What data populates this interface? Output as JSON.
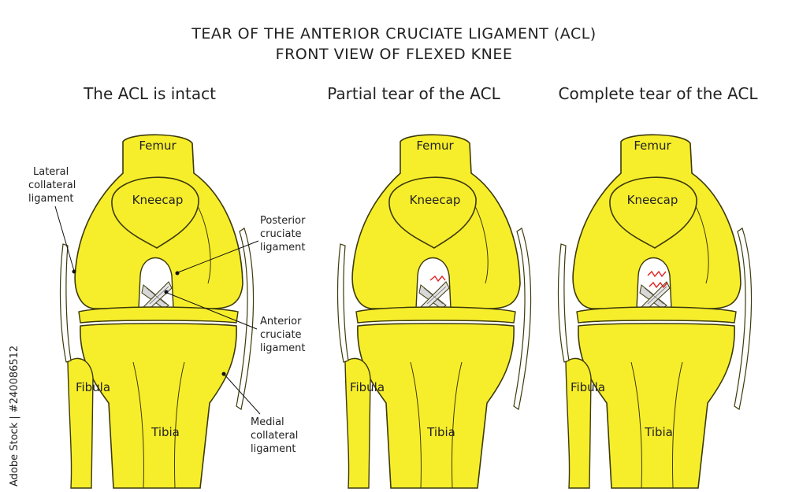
{
  "title_line1": "TEAR OF THE ANTERIOR CRUCIATE LIGAMENT (ACL)",
  "title_line2": "FRONT VIEW OF FLEXED KNEE",
  "panels": [
    {
      "subtitle": "The ACL is intact",
      "femur": "Femur",
      "kneecap": "Kneecap",
      "fibula": "Fibula",
      "tibia": "Tibia"
    },
    {
      "subtitle": "Partial tear of the ACL",
      "femur": "Femur",
      "kneecap": "Kneecap",
      "fibula": "Fibula",
      "tibia": "Tibia"
    },
    {
      "subtitle": "Complete tear of the ACL",
      "femur": "Femur",
      "kneecap": "Kneecap",
      "fibula": "Fibula",
      "tibia": "Tibia"
    }
  ],
  "callouts": {
    "lateral_collateral": [
      "Lateral",
      "collateral",
      "ligament"
    ],
    "posterior_cruciate": [
      "Posterior",
      "cruciate",
      "ligament"
    ],
    "anterior_cruciate": [
      "Anterior",
      "cruciate",
      "ligament"
    ],
    "medial_collateral": [
      "Medial",
      "collateral",
      "ligament"
    ]
  },
  "watermark": "Adobe Stock | #240086512",
  "colors": {
    "bone": "#f7ee2b",
    "bone_shade": "#eadf1c",
    "outline": "#3c3a0a",
    "tear": "#e02020",
    "ligament": "#d8d8d8"
  }
}
